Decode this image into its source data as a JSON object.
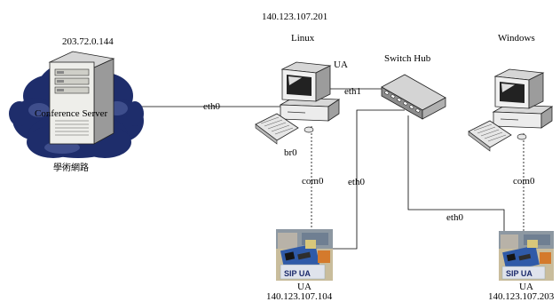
{
  "diagram": {
    "server": {
      "ip": "203.72.0.144",
      "name": "Conference Server",
      "network_label": "學術網路"
    },
    "linux_host": {
      "ip": "140.123.107.201",
      "os": "Linux",
      "ua": "UA",
      "iface_br0": "br0"
    },
    "switch": {
      "name": "Switch Hub"
    },
    "windows_host": {
      "os": "Windows"
    },
    "ua_device_1": {
      "label": "UA",
      "ip": "140.123.107.104",
      "sticker": "SIP UA"
    },
    "ua_device_2": {
      "label": "UA",
      "ip": "140.123.107.203",
      "sticker": "SIP UA"
    },
    "links": {
      "server_to_linux": "eth0",
      "linux_to_switch": "eth1",
      "linux_to_ua1": "com0",
      "switch_to_ua1": "eth0",
      "switch_to_ua2": "eth0",
      "windows_to_ua2": "com0"
    }
  }
}
